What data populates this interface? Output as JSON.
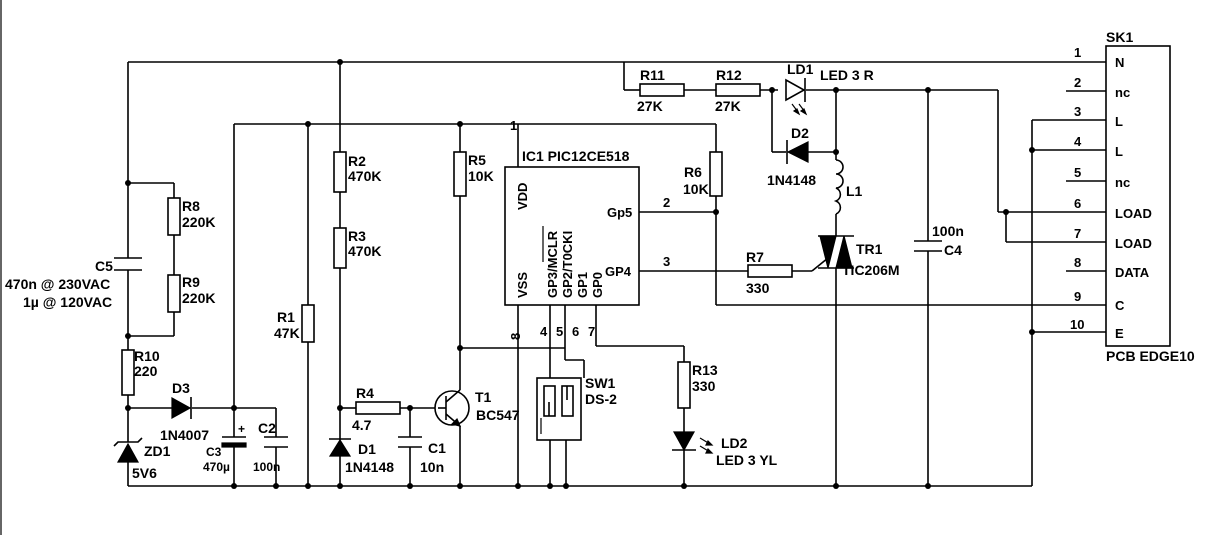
{
  "connector": {
    "ref": "SK1",
    "name": "PCB EDGE10",
    "pins": [
      {
        "num": "1",
        "label": "N"
      },
      {
        "num": "2",
        "label": "nc"
      },
      {
        "num": "3",
        "label": "L"
      },
      {
        "num": "4",
        "label": "L"
      },
      {
        "num": "5",
        "label": "nc"
      },
      {
        "num": "6",
        "label": "LOAD"
      },
      {
        "num": "7",
        "label": "LOAD"
      },
      {
        "num": "8",
        "label": "DATA"
      },
      {
        "num": "9",
        "label": "C"
      },
      {
        "num": "10",
        "label": "E"
      }
    ]
  },
  "ic": {
    "ref": "IC1 PIC12CE518",
    "pin_vdd": "VDD",
    "pin_vss": "VSS",
    "pin_gp5": "Gp5",
    "pin_gp4": "GP4",
    "pin_gp3": "GP3/MCLR",
    "pin_gp2": "GP2/T0CKI",
    "pin_gp1": "GP1",
    "pin_gp0": "GP0",
    "num_1": "1",
    "num_2": "2",
    "num_3": "3",
    "num_4": "4",
    "num_5": "5",
    "num_6": "6",
    "num_7": "7",
    "num_8": "8"
  },
  "components": {
    "c5_ref": "C5",
    "c5_val1": "470n @ 230VAC",
    "c5_val2": "1µ @ 120VAC",
    "r8_ref": "R8",
    "r8_val": "220K",
    "r9_ref": "R9",
    "r9_val": "220K",
    "r10_ref": "R10",
    "r10_val": "220",
    "d3_ref": "D3",
    "d3_val": "1N4007",
    "zd1_ref": "ZD1",
    "zd1_val": "5V6",
    "c3_ref": "C3",
    "c3_val": "470µ",
    "c3_plus": "+",
    "c2_ref": "C2",
    "c2_val": "100n",
    "r1_ref": "R1",
    "r1_val": "47K",
    "r2_ref": "R2",
    "r2_val": "470K",
    "r3_ref": "R3",
    "r3_val": "470K",
    "r4_ref": "R4",
    "r4_val": "4.7",
    "d1_ref": "D1",
    "d1_val": "1N4148",
    "c1_ref": "C1",
    "c1_val": "10n",
    "r5_ref": "R5",
    "r5_val": "10K",
    "t1_ref": "T1",
    "t1_val": "BC547",
    "r6_ref": "R6",
    "r6_val": "10K",
    "r7_ref": "R7",
    "r7_val": "330",
    "r11_ref": "R11",
    "r11_val": "27K",
    "r12_ref": "R12",
    "r12_val": "27K",
    "ld1_ref": "LD1",
    "ld1_val": "LED 3 R",
    "d2_ref": "D2",
    "d2_val": "1N4148",
    "l1_ref": "L1",
    "tr1_ref": "TR1",
    "tr1_val": "TIC206M",
    "c4_ref": "C4",
    "c4_val": "100n",
    "sw1_ref": "SW1",
    "sw1_val": "DS-2",
    "r13_ref": "R13",
    "r13_val": "330",
    "ld2_ref": "LD2",
    "ld2_val": "LED 3 YL"
  }
}
